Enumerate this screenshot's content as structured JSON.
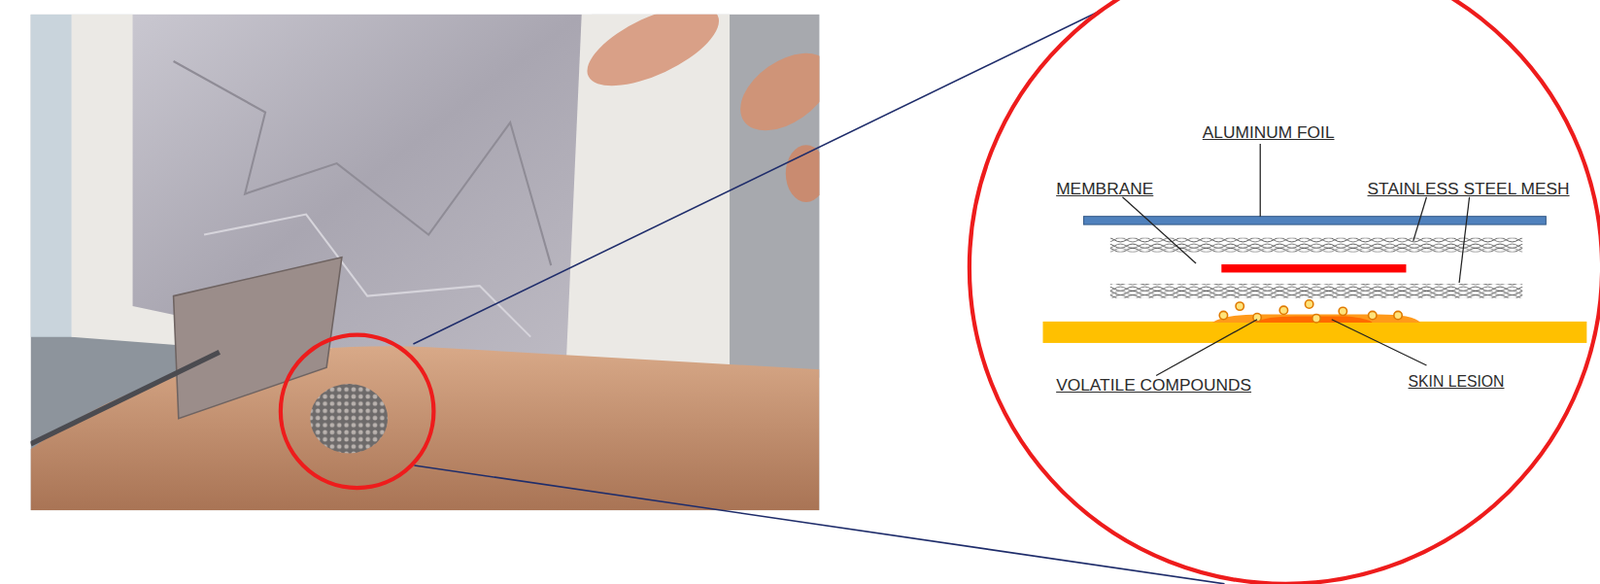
{
  "diagram": {
    "labels": [
      "ALUMINUM FOIL",
      "MEMBRANE",
      "STAINLESS STEEL MESH",
      "VOLATILE COMPOUNDS",
      "SKIN LESION"
    ]
  }
}
